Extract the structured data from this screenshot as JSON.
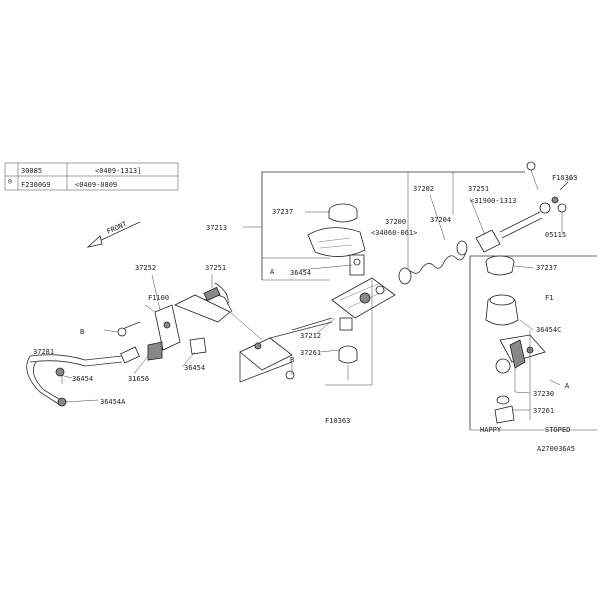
{
  "header_table": {
    "row1": {
      "part": "30085",
      "range": "<0409-1313]"
    },
    "row2": {
      "part": "F2300G9",
      "range": "<0409-0809"
    }
  },
  "front_label": "FRONT",
  "labels": {
    "l_37202": "37202",
    "l_37251": "37251",
    "l_37251_sub": "<31900-1313",
    "l_f10363_top": "F10363",
    "l_05115": "05115",
    "l_37237": "37237",
    "l_37200": "37200",
    "l_37200_sub": "<34060-061>",
    "l_37204": "37204",
    "l_37213": "37213",
    "l_37252": "37252",
    "l_37251_left": "37251",
    "l_f1100": "F1100",
    "l_a": "A",
    "l_b": "B",
    "l_36454_mid": "36454",
    "l_37212_mid": "37212",
    "l_37261_mid": "37261",
    "l_b_left": "B",
    "l_37281": "37281",
    "l_36454_left": "36454",
    "l_31656": "31656",
    "l_36454b": "36454A",
    "l_36454_low": "36454",
    "l_f10363_bottom": "F10363",
    "l_37237_right": "37237",
    "l_f1_right": "F1",
    "l_36454_right": "36454C",
    "l_37230": "37230",
    "l_37261_right": "37261",
    "l_aa": "A",
    "l_happy": "HAPPY",
    "l_stoped": "STOPED",
    "l_catalog": "A270036A5"
  }
}
